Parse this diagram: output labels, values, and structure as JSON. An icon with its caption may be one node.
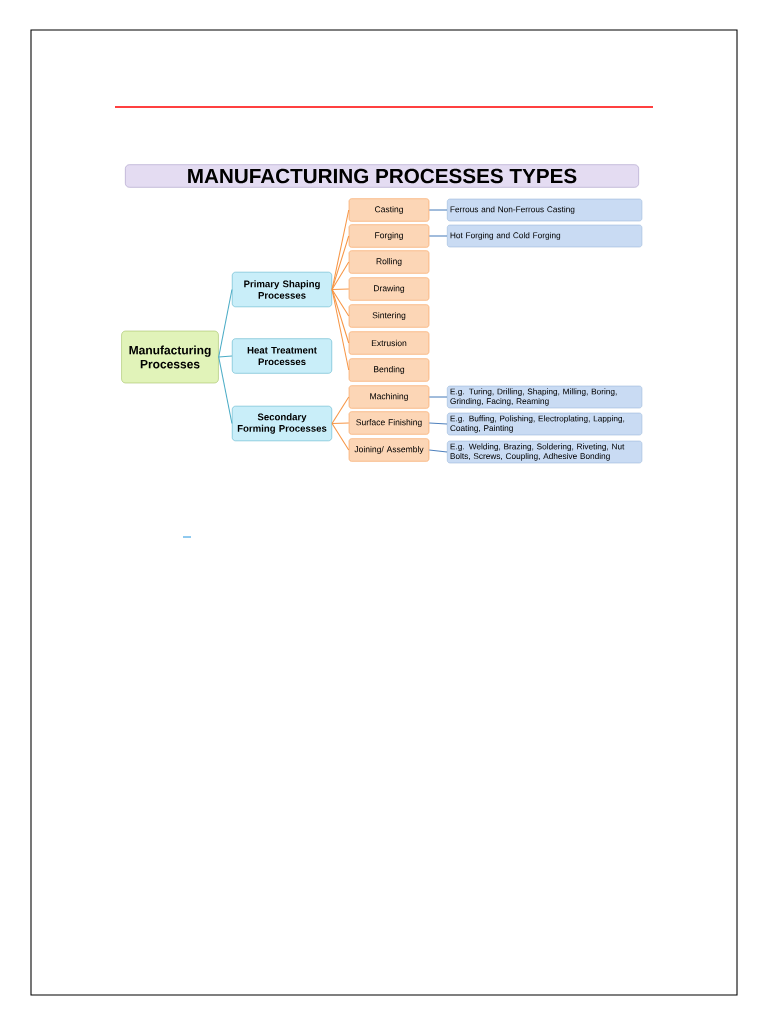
{
  "diagram": {
    "title": "MANUFACTURING PROCESSES TYPES",
    "nodes": [
      {
        "text": [
          "Manufacturing Processes"
        ]
      },
      {
        "text": [
          "Primary Shaping Processes"
        ]
      },
      {
        "text": [
          "Heat Treatment Processes"
        ]
      },
      {
        "text": [
          "Secondary Forming Processes"
        ]
      },
      {
        "text": [
          "Casting"
        ]
      },
      {
        "text": [
          "Forging"
        ]
      },
      {
        "text": [
          "Rolling"
        ]
      },
      {
        "text": [
          "Drawing"
        ]
      },
      {
        "text": [
          "Sintering"
        ]
      },
      {
        "text": [
          "Extrusion"
        ]
      },
      {
        "text": [
          "Bending"
        ]
      },
      {
        "text": [
          "Machining"
        ]
      },
      {
        "text": [
          "Surface Finishing"
        ]
      },
      {
        "text": [
          "Joining/ Assembly"
        ]
      },
      {
        "text": [
          "Ferrous and Non-Ferrous Casting"
        ]
      },
      {
        "text": [
          "Hot Forging and Cold Forging"
        ]
      },
      {
        "text": [
          "E.g. Turing, Drilling, Shaping, Milling, Boring, Grinding, Facing, Reaming"
        ]
      },
      {
        "text": [
          "E.g. Buffing, Polishing, Electroplating, Lapping, Coating, Painting"
        ]
      },
      {
        "text": [
          "E.g. Welding, Brazing, Soldering, Riveting, Nut Bolts, Screws, Coupling, Adhesive Bonding"
        ]
      }
    ],
    "edges": [
      {
        "from": 0,
        "to": 1,
        "arrow": "none",
        "color": "#4bacc6"
      },
      {
        "from": 0,
        "to": 2,
        "arrow": "none",
        "color": "#4bacc6"
      },
      {
        "from": 0,
        "to": 3,
        "arrow": "none",
        "color": "#4bacc6"
      },
      {
        "from": 1,
        "to": 4,
        "arrow": "none"
      },
      {
        "from": 1,
        "to": 5,
        "arrow": "none"
      },
      {
        "from": 1,
        "to": 6,
        "arrow": "none"
      },
      {
        "from": 1,
        "to": 7,
        "arrow": "none"
      },
      {
        "from": 1,
        "to": 8,
        "arrow": "none"
      },
      {
        "from": 1,
        "to": 9,
        "arrow": "none"
      },
      {
        "from": 1,
        "to": 10,
        "arrow": "none"
      },
      {
        "from": 3,
        "to": 11,
        "arrow": "none"
      },
      {
        "from": 3,
        "to": 12,
        "arrow": "none"
      },
      {
        "from": 3,
        "to": 13,
        "arrow": "none"
      },
      {
        "from": 4,
        "to": 14,
        "arrow": "none",
        "color": "#4f81bd"
      },
      {
        "from": 5,
        "to": 15,
        "arrow": "none",
        "color": "#4f81bd"
      },
      {
        "from": 11,
        "to": 16,
        "arrow": "none",
        "color": "#4f81bd"
      },
      {
        "from": 12,
        "to": 17,
        "arrow": "none",
        "color": "#4f81bd"
      },
      {
        "from": 13,
        "to": 18,
        "arrow": "none",
        "color": "#4f81bd"
      }
    ]
  }
}
